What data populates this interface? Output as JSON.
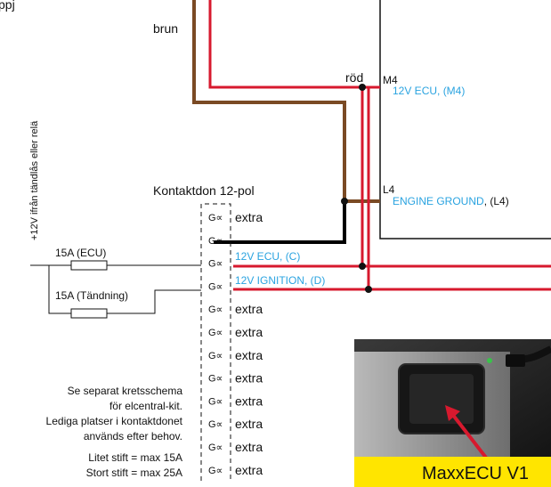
{
  "top_fragment": "ppj",
  "wire_labels": {
    "brown": "brun",
    "red": "röd"
  },
  "ecu_pins": {
    "m4_pin": "M4",
    "m4_desc": "12V ECU, (M4)",
    "l4_pin": "L4",
    "l4_desc_blue": "ENGINE GROUND",
    "l4_desc_black": ", (L4)"
  },
  "connector": {
    "title": "Kontaktdon 12-pol",
    "rows": [
      "extra",
      "",
      "",
      "",
      "extra",
      "extra",
      "extra",
      "extra",
      "extra",
      "extra",
      "extra",
      "extra"
    ],
    "line_labels": {
      "ecu": "12V ECU, (C)",
      "ignition": "12V IGNITION, (D)"
    }
  },
  "supply": {
    "vertical_label": "+12V ifrån tändlås eller relä",
    "fuse_ecu": "15A (ECU)",
    "fuse_ignition": "15A (Tändning)"
  },
  "notes": [
    "Se separat kretsschema",
    "för elcentral-kit.",
    "Lediga platser i kontaktdonet",
    "används efter behov.",
    "Litet stift = max 15A",
    "Stort stift = max 25A"
  ],
  "photo": {
    "caption": "MaxxECU V1"
  },
  "colors": {
    "red_wire": "#d7192e",
    "brown_wire": "#7a4a24",
    "black_wire": "#000000",
    "blue_text": "#2aa3e0",
    "caption_bg": "#ffe500"
  }
}
